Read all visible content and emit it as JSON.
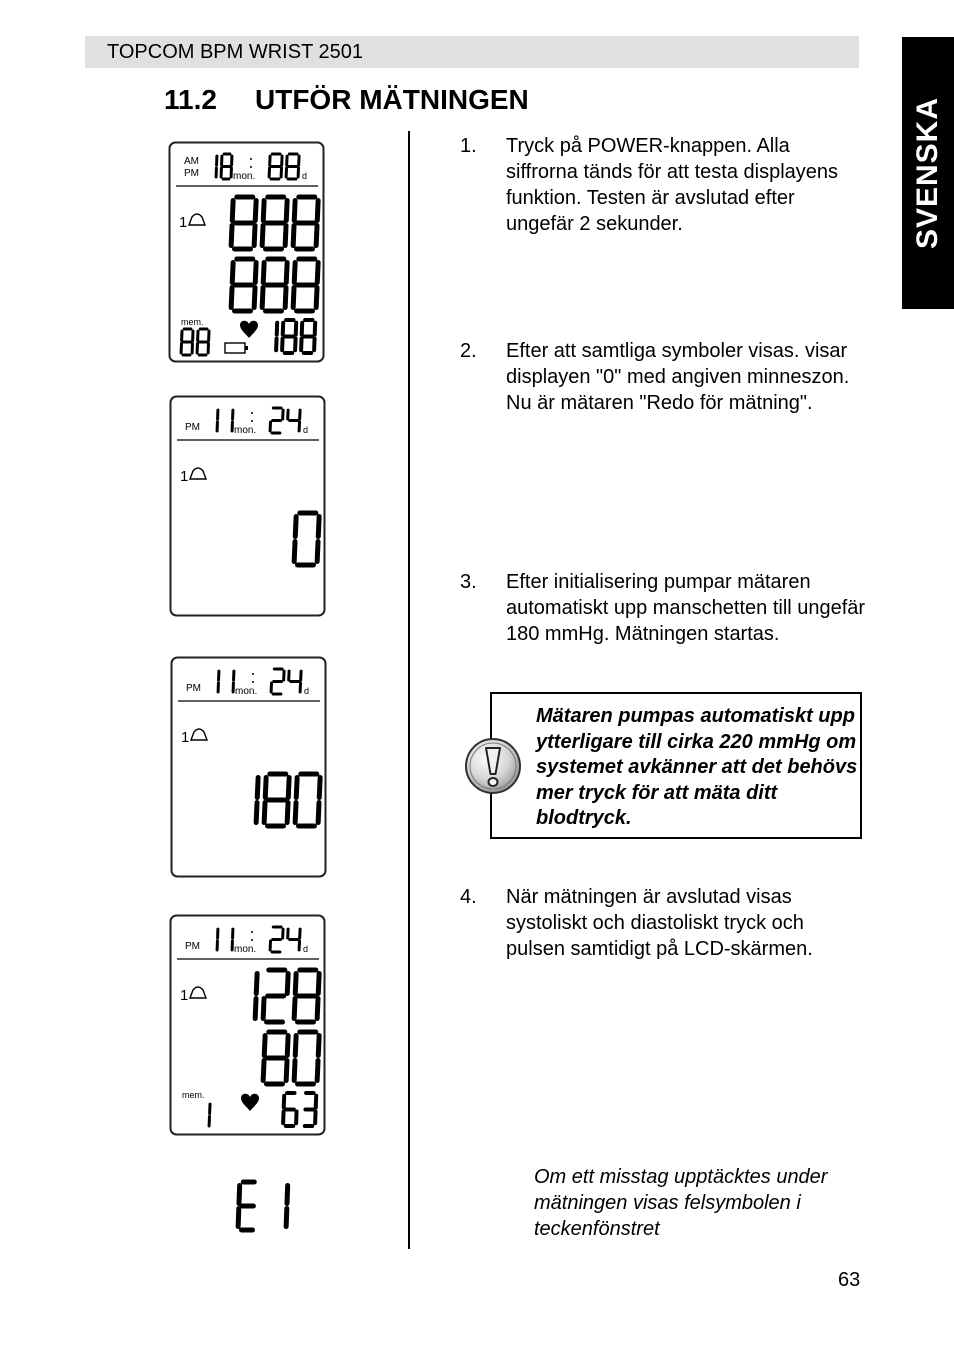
{
  "header": {
    "title": "TOPCOM BPM WRIST 2501",
    "side_tab": "SVENSKA"
  },
  "section": {
    "number": "11.2",
    "title": "UTFÖR MÄTNINGEN"
  },
  "steps": [
    {
      "number": "1.",
      "text": "Tryck på POWER-knappen. Alla siffrorna tänds för att testa displayens funktion. Testen är avslutad efter ungefär 2 sekunder."
    },
    {
      "number": "2.",
      "text": "Efter att samtliga symboler visas. visar displayen \"0\" med angiven minneszon. Nu är mätaren \"Redo för mätning\"."
    },
    {
      "number": "3.",
      "text": "Efter initialisering pumpar mätaren automatiskt upp manschetten till ungefär 180 mmHg. Mätningen startas."
    },
    {
      "number": "4.",
      "text": "När mätningen är avslutad visas systoliskt och diastoliskt tryck och pulsen samtidigt på LCD-skärmen."
    }
  ],
  "warning": {
    "text": "Mätaren pumpas automatiskt upp ytterligare till cirka 220 mmHg om systemet avkänner att det behövs mer tryck för att mäta ditt blodtryck.",
    "icon": "exclamation-icon"
  },
  "error_note": "Om ett misstag upptäcktes under mätningen visas felsymbolen i teckenfönstret",
  "page_number": "63",
  "displays": [
    {
      "ampm_top": "AM",
      "ampm_bottom": "PM",
      "month": "18",
      "mon_label": "mon.",
      "day": "88",
      "day_label": "d",
      "zone": "1",
      "sys": "888",
      "dia": "888",
      "mem_label": "mem.",
      "mem": "88",
      "pulse": "188",
      "battery": true
    },
    {
      "ampm_top": "",
      "ampm_bottom": "PM",
      "month": "11",
      "mon_label": "mon.",
      "day": "24",
      "day_label": "d",
      "zone": "1",
      "sys": "",
      "dia": "0",
      "mem_label": "",
      "mem": "",
      "pulse": "",
      "battery": false
    },
    {
      "ampm_top": "",
      "ampm_bottom": "PM",
      "month": "11",
      "mon_label": "mon.",
      "day": "24",
      "day_label": "d",
      "zone": "1",
      "sys": "",
      "dia": "180",
      "mem_label": "",
      "mem": "",
      "pulse": "",
      "battery": false
    },
    {
      "ampm_top": "",
      "ampm_bottom": "PM",
      "month": "11",
      "mon_label": "mon.",
      "day": "24",
      "day_label": "d",
      "zone": "1",
      "sys": "128",
      "dia": "80",
      "mem_label": "mem.",
      "mem": "1",
      "pulse": "63",
      "battery": false
    }
  ],
  "error_display": {
    "code": "E1"
  }
}
